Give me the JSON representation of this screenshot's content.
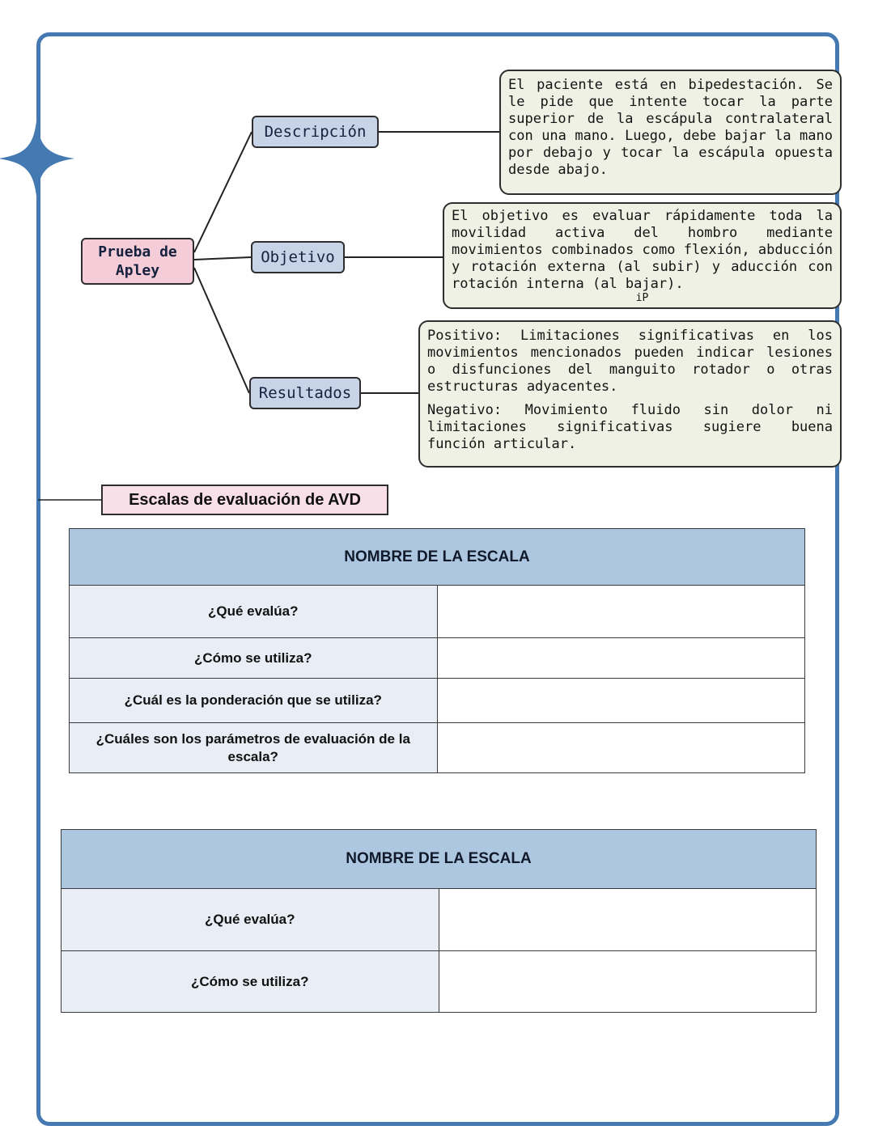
{
  "mindmap": {
    "root_label": "Prueba de Apley",
    "branches": [
      {
        "label": "Descripción",
        "text": "El paciente está en bipedestación. Se le pide que intente tocar la parte superior de la escápula contralateral con una mano. Luego, debe bajar la mano por debajo y tocar la escápula opuesta desde abajo."
      },
      {
        "label": "Objetivo",
        "text": "El objetivo es evaluar rápidamente toda la movilidad activa del hombro mediante movimientos combinados como flexión, abducción y rotación externa (al subir) y aducción con rotación interna (al bajar).",
        "footnote": "iP"
      },
      {
        "label": "Resultados",
        "text_positive": "Positivo: Limitaciones significativas en los movimientos mencionados pueden indicar lesiones o disfunciones del manguito rotador o otras estructuras adyacentes.",
        "text_negative": "Negativo: Movimiento fluido sin dolor ni limitaciones significativas sugiere buena función articular."
      }
    ]
  },
  "section": {
    "label": "Escalas de evaluación de AVD"
  },
  "tables": [
    {
      "header": "NOMBRE DE LA ESCALA",
      "rows": [
        {
          "label": "¿Qué evalúa?",
          "value": ""
        },
        {
          "label": "¿Cómo se utiliza?",
          "value": ""
        },
        {
          "label": "¿Cuál es la ponderación que se utiliza?",
          "value": ""
        },
        {
          "label": "¿Cuáles son los parámetros de evaluación de la escala?",
          "value": ""
        }
      ]
    },
    {
      "header": "NOMBRE DE LA ESCALA",
      "rows": [
        {
          "label": "¿Qué evalúa?",
          "value": ""
        },
        {
          "label": "¿Cómo se utiliza?",
          "value": ""
        }
      ]
    }
  ],
  "colors": {
    "frame_blue": "#4479b2",
    "root_pink": "#f4cdd9",
    "branch_blue": "#c7d4e8",
    "note_bg": "#eef1e4",
    "section_pink": "#f9e0e8",
    "table_header_blue": "#aec7e0",
    "table_label_bg": "#e9eef6"
  }
}
